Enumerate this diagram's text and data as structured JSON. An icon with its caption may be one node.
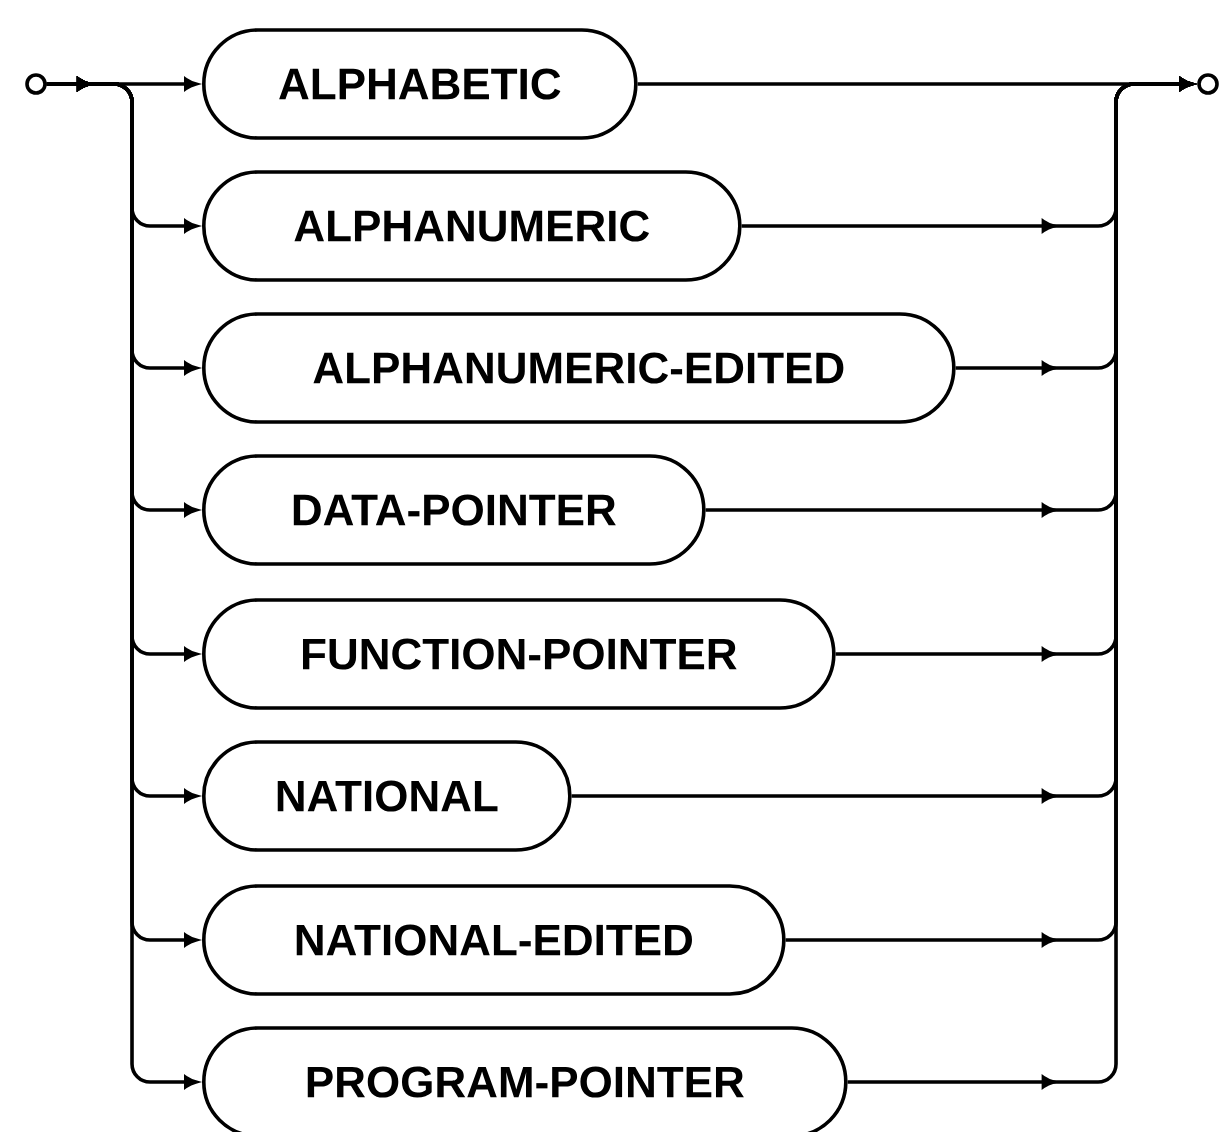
{
  "diagram": {
    "nodes": [
      {
        "text": [],
        "shape": "circle"
      },
      {
        "text": [
          "ALPHABETIC"
        ]
      },
      {
        "text": [
          "ALPHANUMERIC"
        ]
      },
      {
        "text": [
          "ALPHANUMERIC-EDITED"
        ]
      },
      {
        "text": [
          "DATA-POINTER"
        ]
      },
      {
        "text": [
          "FUNCTION-POINTER"
        ]
      },
      {
        "text": [
          "NATIONAL"
        ]
      },
      {
        "text": [
          "NATIONAL-EDITED"
        ]
      },
      {
        "text": [
          "PROGRAM-POINTER"
        ]
      },
      {
        "text": [],
        "shape": "circle"
      }
    ],
    "edges": [
      {
        "from": 0,
        "to": 1,
        "arrow": "to"
      },
      {
        "from": 0,
        "to": 2,
        "arrow": "to"
      },
      {
        "from": 0,
        "to": 3,
        "arrow": "to"
      },
      {
        "from": 0,
        "to": 4,
        "arrow": "to"
      },
      {
        "from": 0,
        "to": 5,
        "arrow": "to"
      },
      {
        "from": 0,
        "to": 6,
        "arrow": "to"
      },
      {
        "from": 0,
        "to": 7,
        "arrow": "to"
      },
      {
        "from": 0,
        "to": 8,
        "arrow": "to"
      },
      {
        "from": 1,
        "to": 9,
        "arrow": "to"
      },
      {
        "from": 2,
        "to": 9,
        "arrow": "to"
      },
      {
        "from": 3,
        "to": 9,
        "arrow": "to"
      },
      {
        "from": 4,
        "to": 9,
        "arrow": "to"
      },
      {
        "from": 5,
        "to": 9,
        "arrow": "to"
      },
      {
        "from": 6,
        "to": 9,
        "arrow": "to"
      },
      {
        "from": 7,
        "to": 9,
        "arrow": "to"
      },
      {
        "from": 8,
        "to": 9,
        "arrow": "to"
      }
    ]
  }
}
